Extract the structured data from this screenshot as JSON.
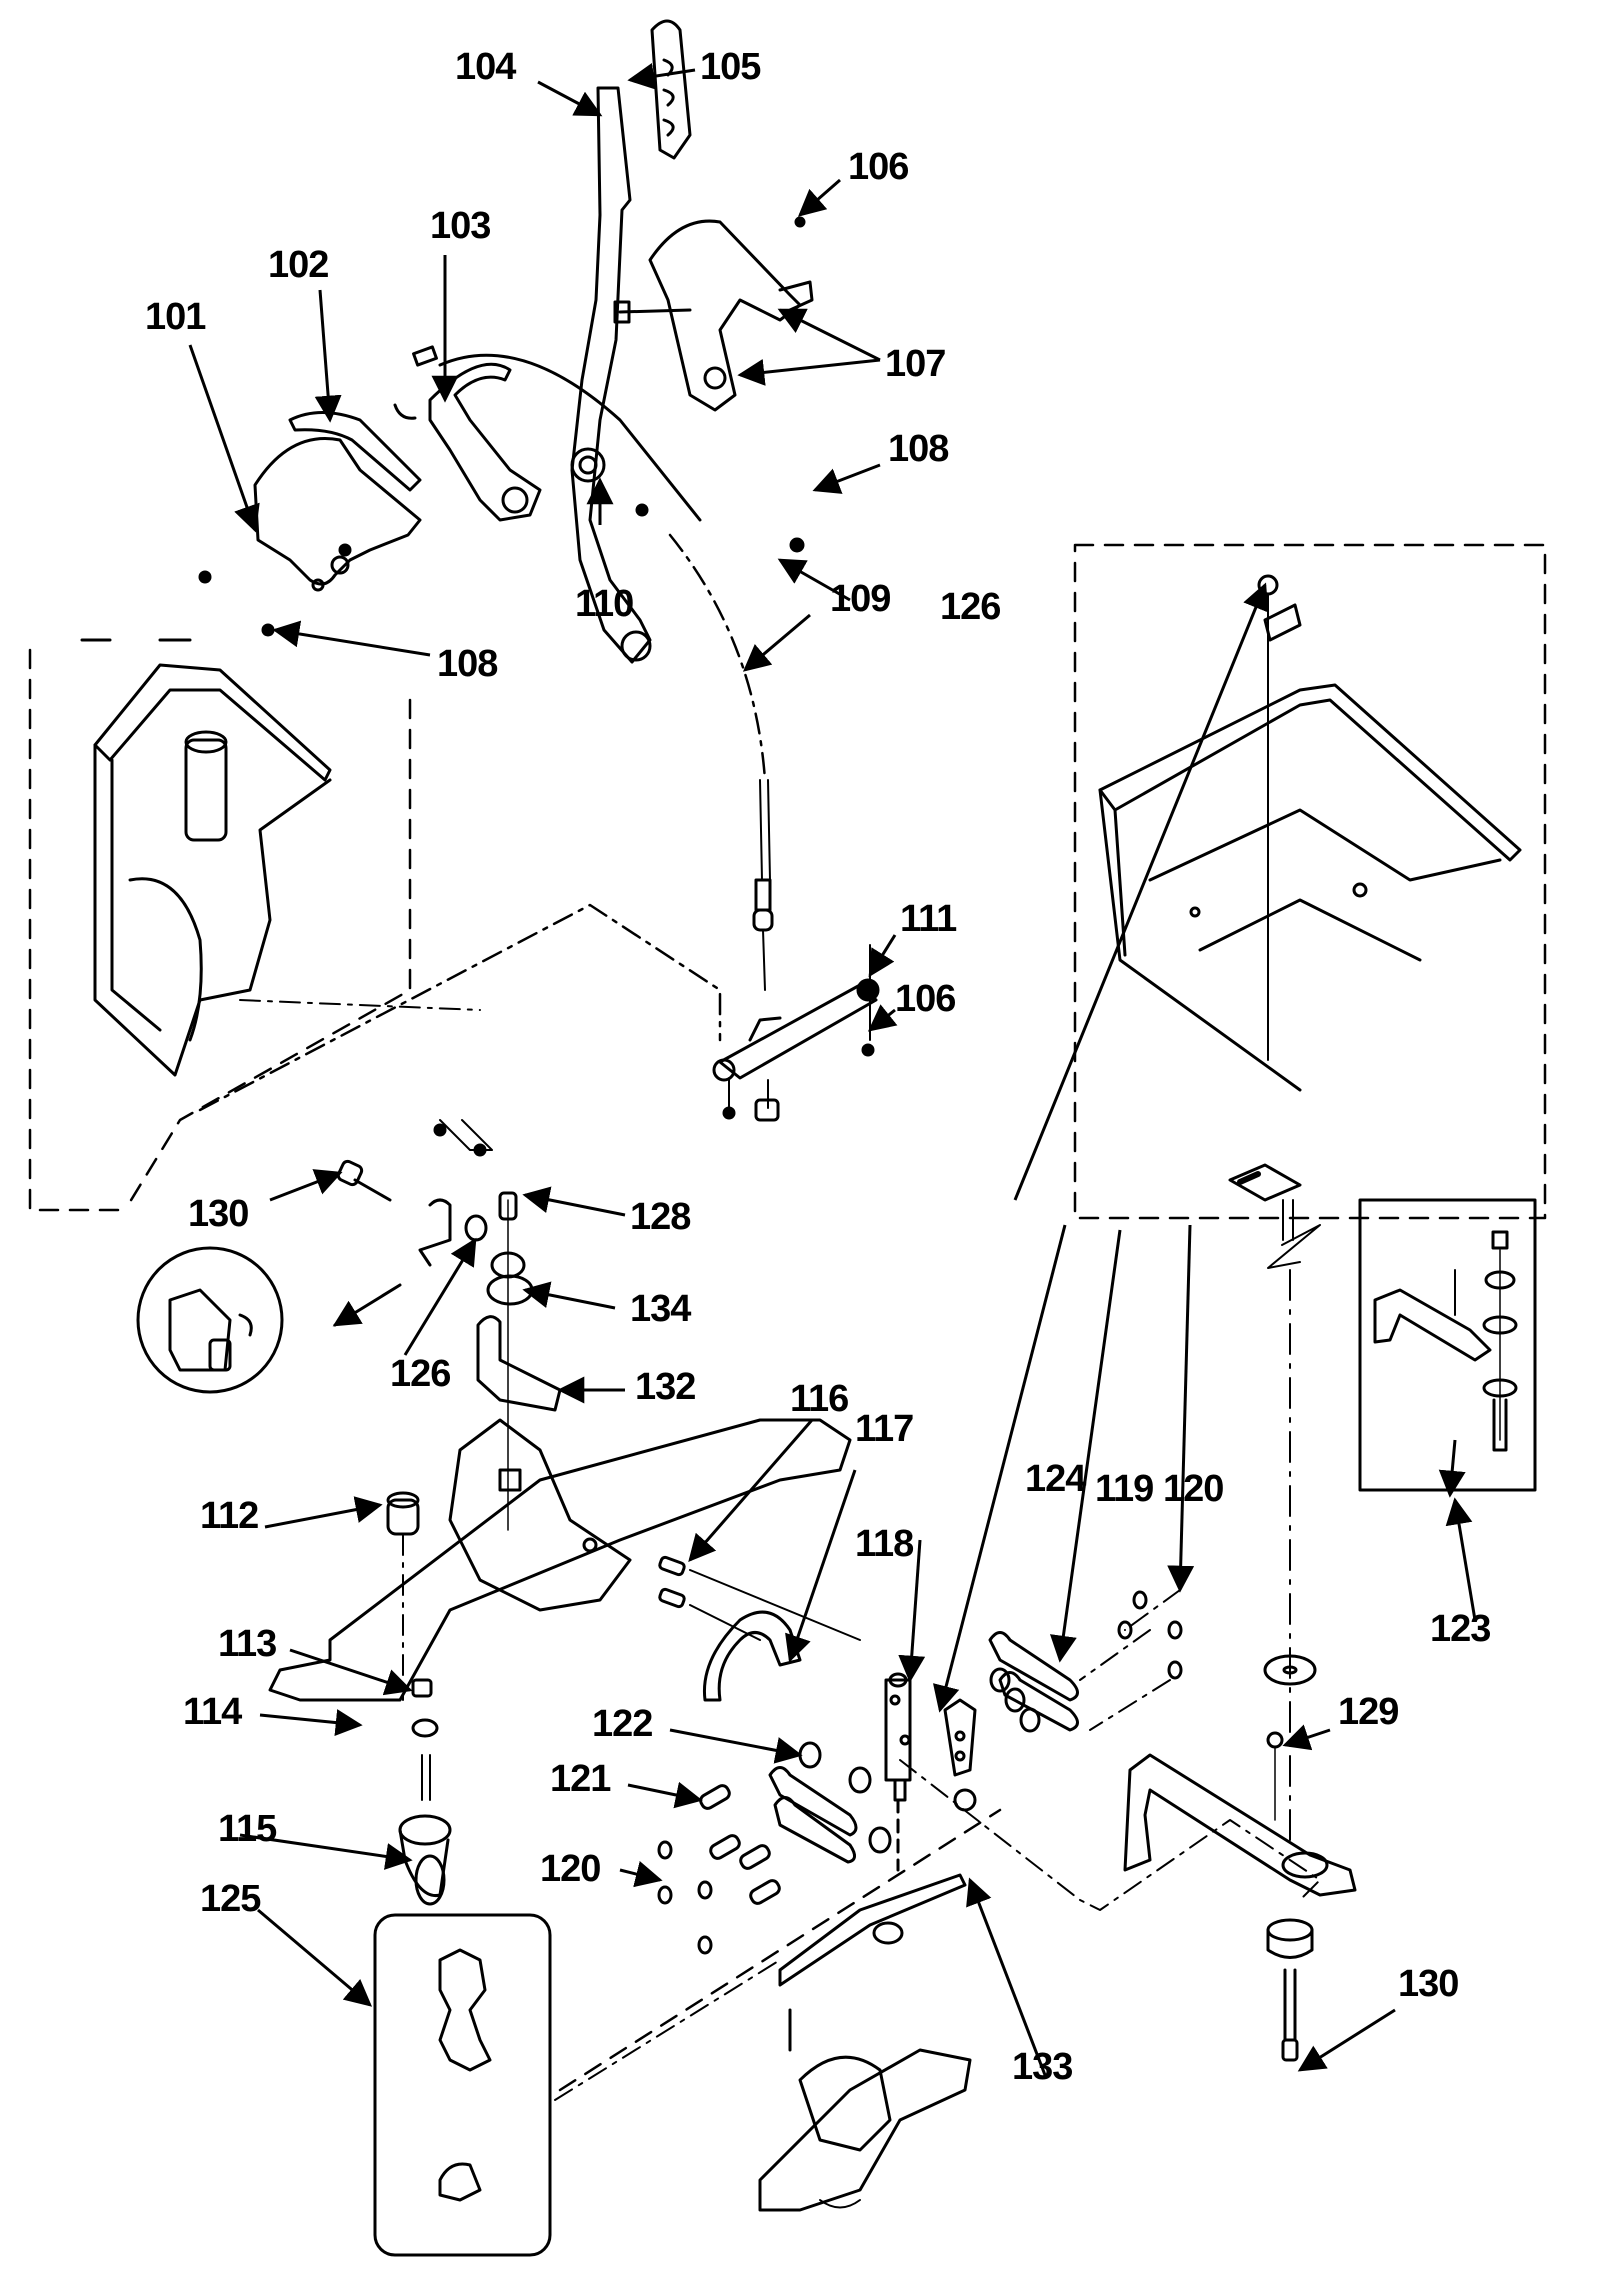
{
  "diagram": {
    "type": "exploded-parts-diagram",
    "stroke_color": "#000000",
    "background_color": "#ffffff",
    "callouts": [
      {
        "id": "101",
        "label": "101",
        "part": "side-cover"
      },
      {
        "id": "102",
        "label": "102",
        "part": "cover-trim"
      },
      {
        "id": "103",
        "label": "103",
        "part": "quadrant-arm"
      },
      {
        "id": "104",
        "label": "104",
        "part": "lever"
      },
      {
        "id": "105",
        "label": "105",
        "part": "lever-grip"
      },
      {
        "id": "106a",
        "label": "106",
        "part": "pin-upper"
      },
      {
        "id": "107",
        "label": "107",
        "part": "bracket-assembly"
      },
      {
        "id": "108a",
        "label": "108",
        "part": "screw-right"
      },
      {
        "id": "108b",
        "label": "108",
        "part": "screw-left"
      },
      {
        "id": "109",
        "label": "109",
        "part": "control-cable"
      },
      {
        "id": "110",
        "label": "110",
        "part": "washer"
      },
      {
        "id": "111",
        "label": "111",
        "part": "linkage-rod"
      },
      {
        "id": "106b",
        "label": "106",
        "part": "pin-lower"
      },
      {
        "id": "126a",
        "label": "126",
        "part": "nut-upper"
      },
      {
        "id": "130a",
        "label": "130",
        "part": "bolt-left"
      },
      {
        "id": "128",
        "label": "128",
        "part": "cap-screw"
      },
      {
        "id": "134",
        "label": "134",
        "part": "swivel-block"
      },
      {
        "id": "126b",
        "label": "126",
        "part": "nut-lower"
      },
      {
        "id": "132",
        "label": "132",
        "part": "mounting-bracket"
      },
      {
        "id": "116",
        "label": "116",
        "part": "screws"
      },
      {
        "id": "117",
        "label": "117",
        "part": "curved-link"
      },
      {
        "id": "112",
        "label": "112",
        "part": "pivot-bushing"
      },
      {
        "id": "124",
        "label": "124",
        "part": "angle-bracket"
      },
      {
        "id": "119",
        "label": "119",
        "part": "link-plate"
      },
      {
        "id": "120a",
        "label": "120",
        "part": "washer-right"
      },
      {
        "id": "118",
        "label": "118",
        "part": "pivot-block"
      },
      {
        "id": "123",
        "label": "123",
        "part": "arm-assembly-inset"
      },
      {
        "id": "113",
        "label": "113",
        "part": "nut"
      },
      {
        "id": "114",
        "label": "114",
        "part": "base-plate"
      },
      {
        "id": "122",
        "label": "122",
        "part": "spacer"
      },
      {
        "id": "129",
        "label": "129",
        "part": "clevis-pin"
      },
      {
        "id": "121",
        "label": "121",
        "part": "pin"
      },
      {
        "id": "115",
        "label": "115",
        "part": "caster-wheel"
      },
      {
        "id": "120b",
        "label": "120",
        "part": "washer-left"
      },
      {
        "id": "125",
        "label": "125",
        "part": "clip-inset"
      },
      {
        "id": "130b",
        "label": "130",
        "part": "bolt-right"
      },
      {
        "id": "133",
        "label": "133",
        "part": "frame-section"
      }
    ]
  }
}
